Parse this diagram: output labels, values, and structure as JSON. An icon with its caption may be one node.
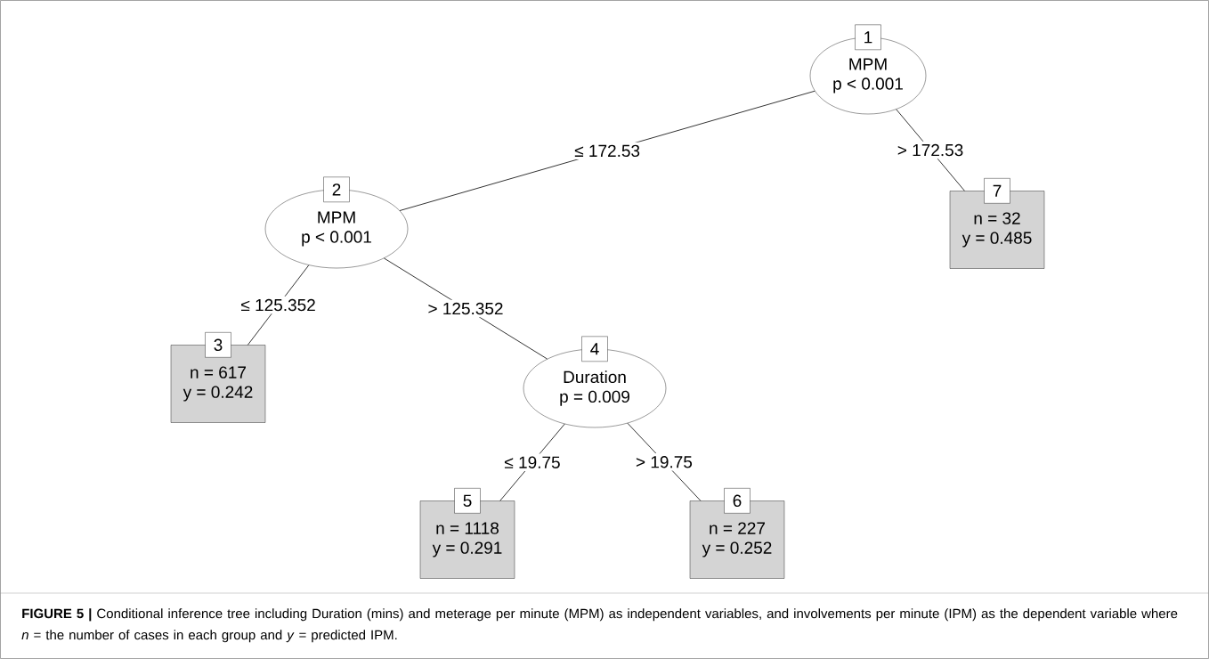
{
  "diagram": {
    "caption": "**FIGURE 5 |** Conditional inference tree including Duration (mins) and meterage per minute (MPM) as independent variables, and involvements per minute (IPM) as the dependent variable where *n* = the number of cases in each group and *y* = predicted IPM.",
    "nodes": [
      {
        "text": [
          "1",
          "MPM",
          "p < 0.001"
        ]
      },
      {
        "text": [
          "2",
          "MPM",
          "p < 0.001"
        ]
      },
      {
        "text": [
          "3",
          "n = 617",
          "y = 0.242"
        ]
      },
      {
        "text": [
          "4",
          "Duration",
          "p = 0.009"
        ]
      },
      {
        "text": [
          "5",
          "n = 1118",
          "y = 0.291"
        ]
      },
      {
        "text": [
          "6",
          "n = 227",
          "y = 0.252"
        ]
      },
      {
        "text": [
          "7",
          "n = 32",
          "y = 0.485"
        ]
      }
    ],
    "edges": [
      {
        "from": 0,
        "to": 1,
        "arrow": "none",
        "label": "≤ 172.53"
      },
      {
        "from": 0,
        "to": 6,
        "arrow": "none",
        "label": "> 172.53"
      },
      {
        "from": 1,
        "to": 2,
        "arrow": "none",
        "label": "≤ 125.352"
      },
      {
        "from": 1,
        "to": 3,
        "arrow": "none",
        "label": "> 125.352"
      },
      {
        "from": 3,
        "to": 4,
        "arrow": "none",
        "label": "≤ 19.75"
      },
      {
        "from": 3,
        "to": 5,
        "arrow": "none",
        "label": "> 19.75"
      }
    ]
  }
}
